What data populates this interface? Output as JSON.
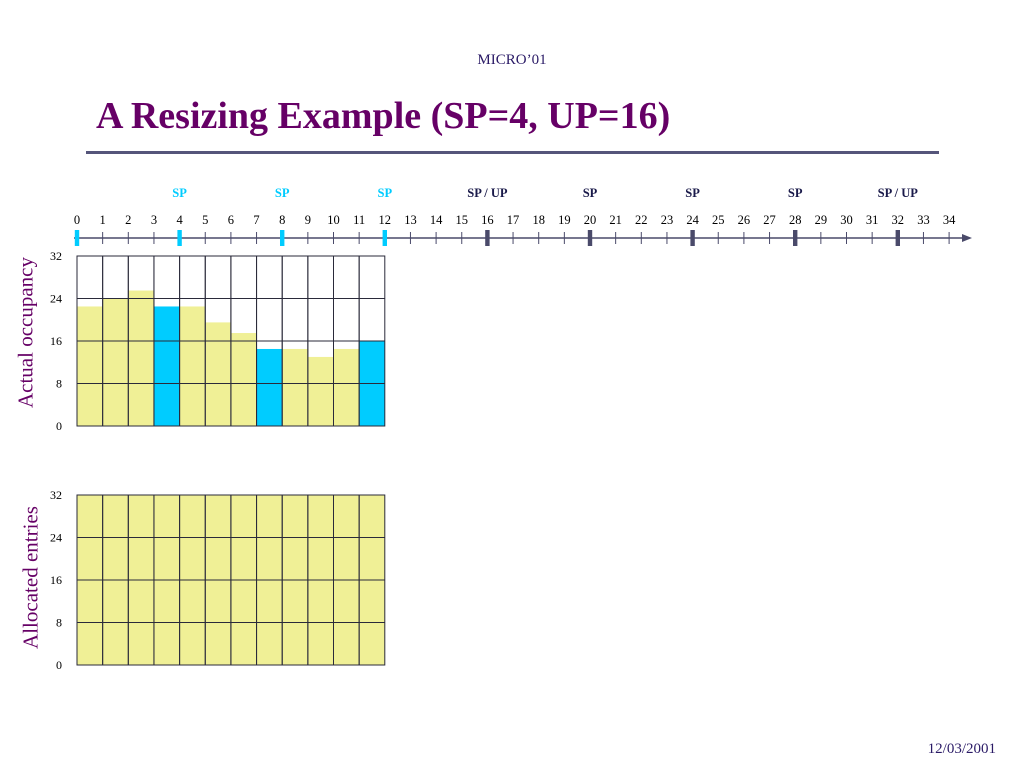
{
  "header": {
    "label": "MICRO’01"
  },
  "slide": {
    "title": "A Resizing Example (SP=4, UP=16)"
  },
  "footer": {
    "date": "12/03/2001"
  },
  "chart_data": {
    "type": "bar",
    "timeline": {
      "ticks": [
        0,
        1,
        2,
        3,
        4,
        5,
        6,
        7,
        8,
        9,
        10,
        11,
        12,
        13,
        14,
        15,
        16,
        17,
        18,
        19,
        20,
        21,
        22,
        23,
        24,
        25,
        26,
        27,
        28,
        29,
        30,
        31,
        32,
        33,
        34
      ],
      "markers": [
        {
          "x": 4,
          "label": "SP",
          "kind": "sp",
          "reached": true
        },
        {
          "x": 8,
          "label": "SP",
          "kind": "sp",
          "reached": true
        },
        {
          "x": 12,
          "label": "SP",
          "kind": "sp",
          "reached": true
        },
        {
          "x": 16,
          "label": "SP / UP",
          "kind": "spup",
          "reached": false
        },
        {
          "x": 20,
          "label": "SP",
          "kind": "sp",
          "reached": false
        },
        {
          "x": 24,
          "label": "SP",
          "kind": "sp",
          "reached": false
        },
        {
          "x": 28,
          "label": "SP",
          "kind": "sp",
          "reached": false
        },
        {
          "x": 32,
          "label": "SP / UP",
          "kind": "spup",
          "reached": false
        }
      ],
      "start_marker": {
        "x": 0,
        "reached": true
      }
    },
    "charts": [
      {
        "ylabel": "Actual occupancy",
        "yticks": [
          0,
          8,
          16,
          24,
          32
        ],
        "ylim": [
          0,
          32
        ],
        "capacity": 32,
        "values": [
          22.5,
          24,
          25.5,
          22.5,
          22.5,
          19.5,
          17.5,
          14.5,
          14.5,
          13,
          14.5,
          16
        ],
        "highlight_indices": [
          3,
          7,
          11
        ]
      },
      {
        "ylabel": "Allocated entries",
        "yticks": [
          0,
          8,
          16,
          24,
          32
        ],
        "ylim": [
          0,
          32
        ],
        "capacity": 32,
        "values": [
          32,
          32,
          32,
          32,
          32,
          32,
          32,
          32,
          32,
          32,
          32,
          32
        ],
        "highlight_indices": []
      }
    ],
    "colors": {
      "bar": "#f0f096",
      "highlight": "#00ccff",
      "sp_reached": "#00ccff",
      "marker_pending": "#4a4a6a",
      "axis": "#4a4a6a",
      "title": "#660066"
    }
  }
}
